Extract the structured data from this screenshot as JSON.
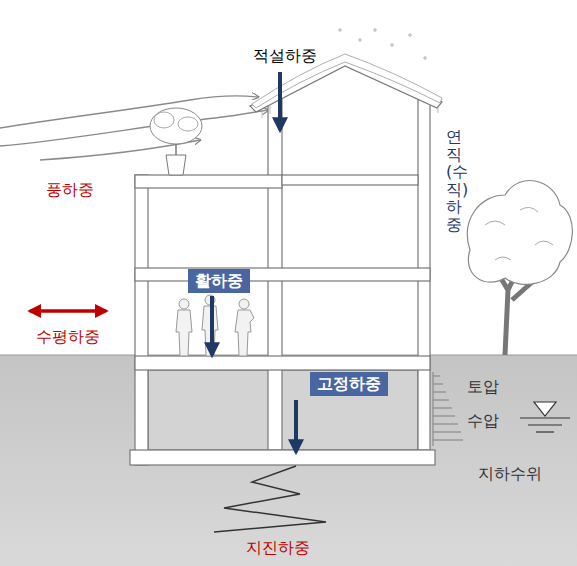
{
  "diagram": {
    "nodes": [
      {
        "text": [
          "활하중"
        ]
      },
      {
        "text": [
          "고정하중"
        ]
      }
    ],
    "labels": [
      "적설하중",
      "연직(수직)하중",
      "풍하중",
      "수평하중",
      "토압",
      "수압",
      "지하수위",
      "지진하중"
    ]
  }
}
